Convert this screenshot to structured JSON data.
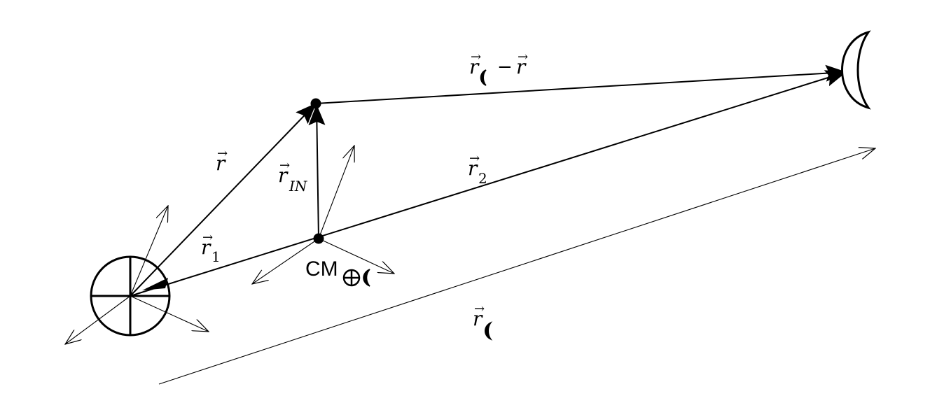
{
  "labels": {
    "r_vec": "r",
    "r_in_main": "r",
    "r_in_sub": "IN",
    "r1_main": "r",
    "r1_sub": "1",
    "r2_main": "r",
    "r2_sub": "2",
    "moon_minus_r_main": "r",
    "moon_minus_r_op": "−",
    "moon_minus_r_second": "r",
    "r_moon_main": "r",
    "vector_arrow": "→",
    "cm": "CM"
  },
  "colors": {
    "ink": "#000000",
    "background": "#ffffff"
  },
  "icons": {
    "earth": "earth-symbol-icon",
    "moon": "moon-crescent-icon"
  }
}
